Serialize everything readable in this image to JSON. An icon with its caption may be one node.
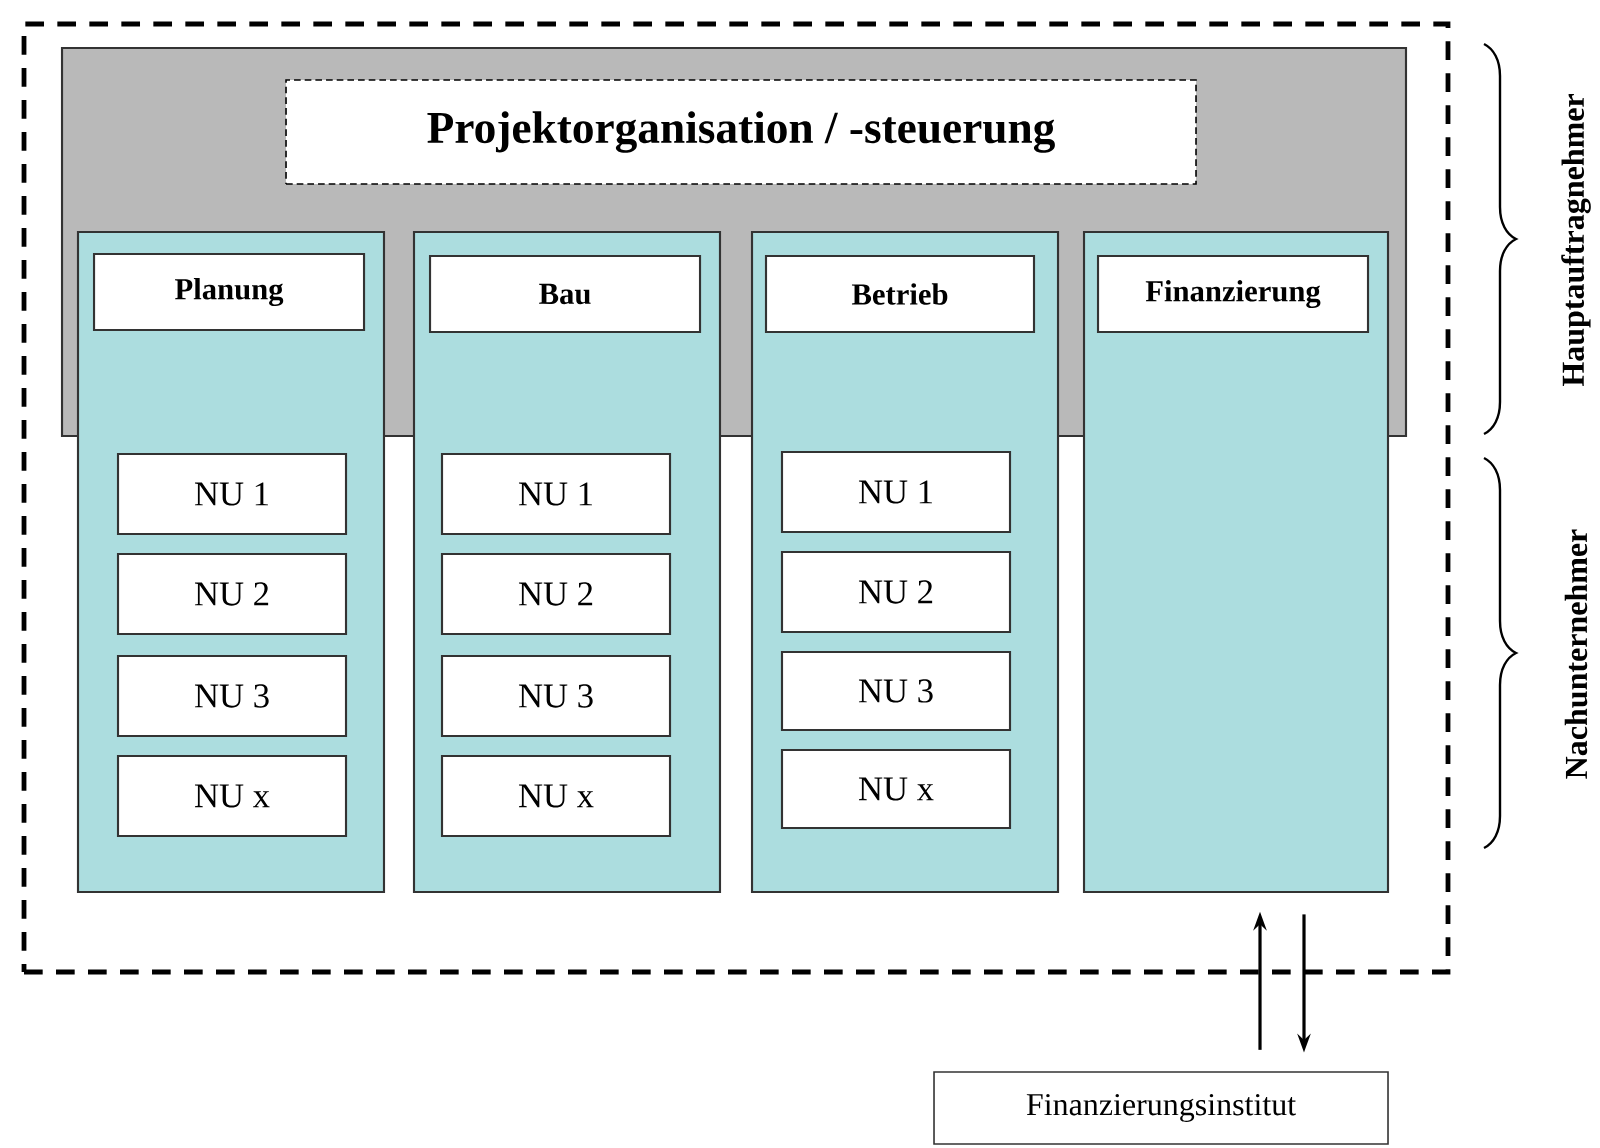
{
  "diagram": {
    "nodes": [
      {
        "text": [],
        "shape": "box"
      },
      {
        "text": [],
        "shape": "box",
        "in": 0
      },
      {
        "text": [
          "Projektorganisation / -steuerung"
        ],
        "in": 1
      },
      {
        "text": [],
        "shape": "box",
        "in": 0
      },
      {
        "text": [
          "Planung"
        ]
      },
      {
        "text": [
          "NU 1"
        ],
        "in": 3
      },
      {
        "text": [
          "NU 2"
        ],
        "in": 3
      },
      {
        "text": [
          "NU 3"
        ],
        "in": 3
      },
      {
        "text": [
          "NU x"
        ],
        "in": 3
      },
      {
        "text": [],
        "shape": "box",
        "in": 0
      },
      {
        "text": [
          "Bau"
        ]
      },
      {
        "text": [
          "NU 1"
        ],
        "in": 9
      },
      {
        "text": [
          "NU 2"
        ],
        "in": 9
      },
      {
        "text": [
          "NU 3"
        ],
        "in": 9
      },
      {
        "text": [
          "NU x"
        ],
        "in": 9
      },
      {
        "text": [],
        "shape": "box",
        "in": 0
      },
      {
        "text": [
          "Betrieb"
        ]
      },
      {
        "text": [
          "NU 1"
        ],
        "in": 15
      },
      {
        "text": [
          "NU 2"
        ],
        "in": 15
      },
      {
        "text": [
          "NU 3"
        ],
        "in": 15
      },
      {
        "text": [
          "NU x"
        ],
        "in": 15
      },
      {
        "text": [],
        "shape": "box",
        "in": 0
      },
      {
        "text": [
          "Finanzierung"
        ]
      },
      {
        "text": [
          "Finanzierungsinstitut"
        ]
      }
    ],
    "edges": [
      {
        "from": 23,
        "to": 21,
        "arrow": "to"
      },
      {
        "from": 21,
        "to": 23,
        "arrow": "to"
      }
    ],
    "labels": [
      "Hauptauftragnehmer",
      "Nachunternehmer"
    ]
  }
}
